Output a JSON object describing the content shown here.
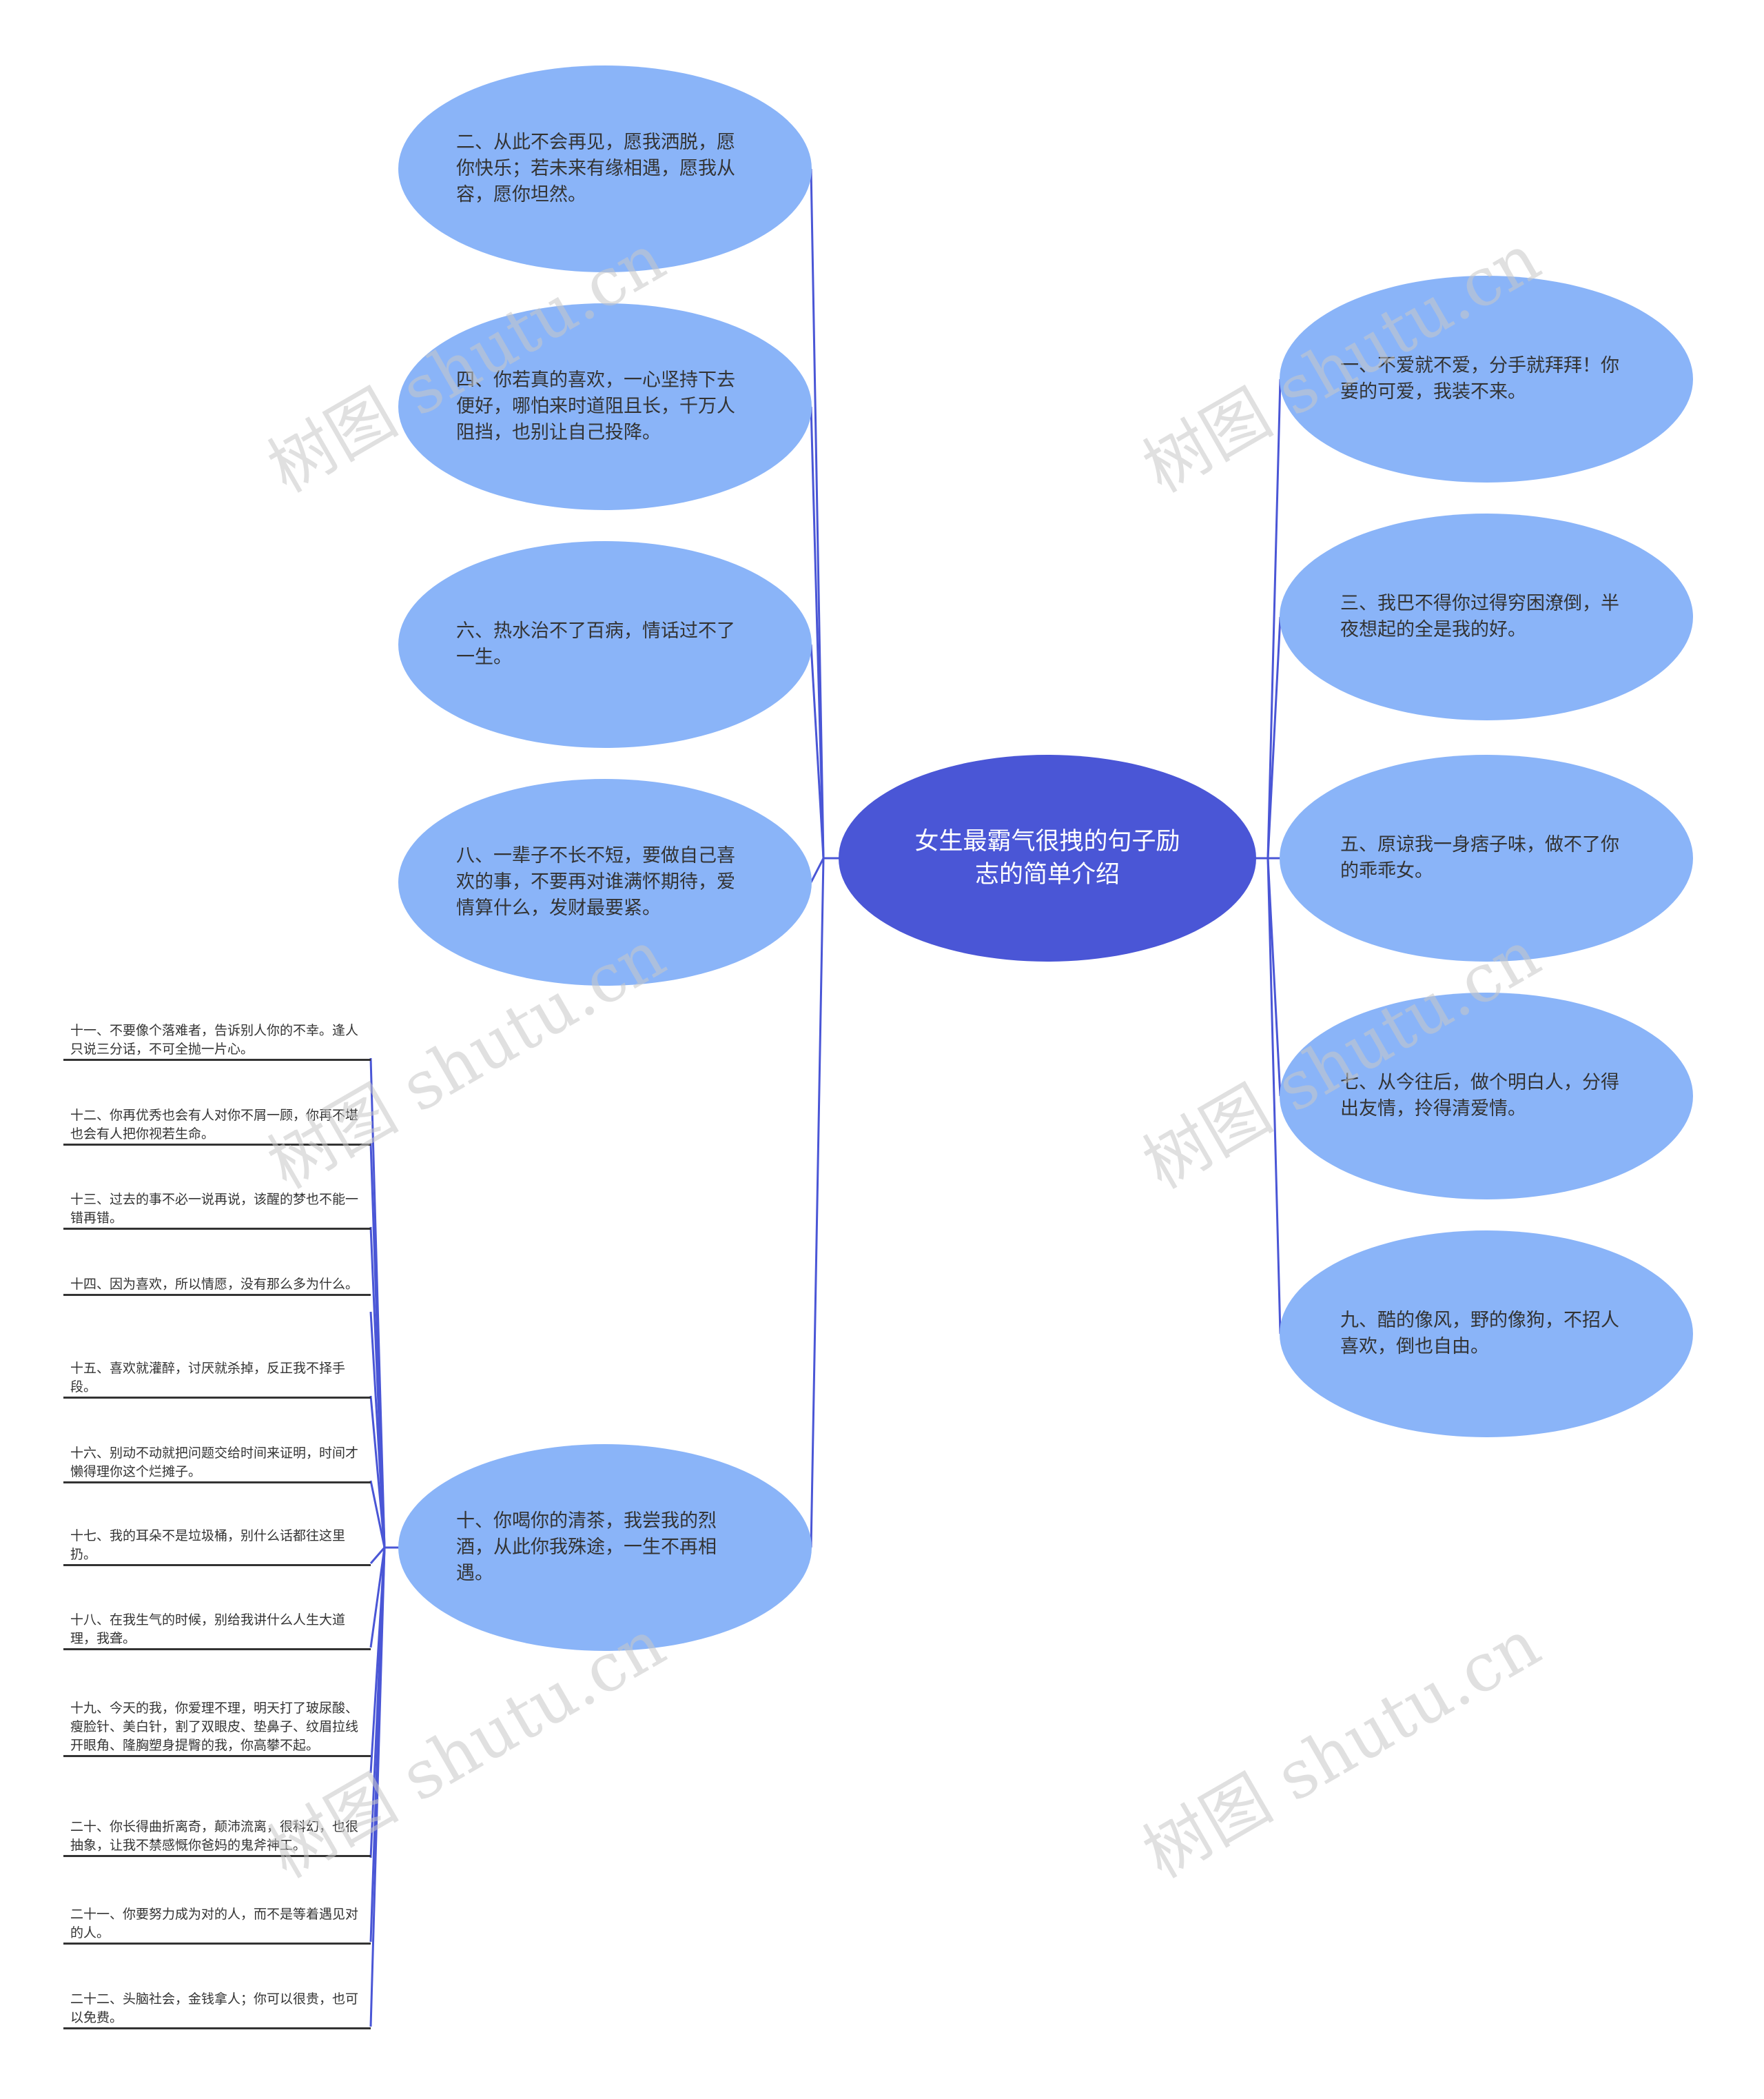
{
  "center": {
    "label": "女生最霸气很拽的句子励志的简单介绍"
  },
  "left_branches": [
    {
      "label": "二、从此不会再见，愿我洒脱，愿你快乐；若未来有缘相遇，愿我从容，愿你坦然。"
    },
    {
      "label": "四、你若真的喜欢，一心坚持下去便好，哪怕来时道阻且长，千万人阻挡，也别让自己投降。"
    },
    {
      "label": "六、热水治不了百病，情话过不了一生。"
    },
    {
      "label": "八、一辈子不长不短，要做自己喜欢的事，不要再对谁满怀期待，爱情算什么，发财最要紧。"
    },
    {
      "label": "十、你喝你的清茶，我尝我的烈酒，从此你我殊途，一生不再相遇。"
    }
  ],
  "right_branches": [
    {
      "label": "一、不爱就不爱，分手就拜拜！你要的可爱，我装不来。"
    },
    {
      "label": "三、我巴不得你过得穷困潦倒，半夜想起的全是我的好。"
    },
    {
      "label": "五、原谅我一身痞子味，做不了你的乖乖女。"
    },
    {
      "label": "七、从今往后，做个明白人，分得出友情，拎得清爱情。"
    },
    {
      "label": "九、酷的像风，野的像狗，不招人喜欢，倒也自由。"
    }
  ],
  "sub_items": [
    {
      "label": "十一、不要像个落难者，告诉别人你的不幸。逢人只说三分话，不可全抛一片心。"
    },
    {
      "label": "十二、你再优秀也会有人对你不屑一顾，你再不堪也会有人把你视若生命。"
    },
    {
      "label": "十三、过去的事不必一说再说，该醒的梦也不能一错再错。"
    },
    {
      "label": "十四、因为喜欢，所以情愿，没有那么多为什么。"
    },
    {
      "label": "十五、喜欢就灌醉，讨厌就杀掉，反正我不择手段。"
    },
    {
      "label": "十六、别动不动就把问题交给时间来证明，时间才懒得理你这个烂摊子。"
    },
    {
      "label": "十七、我的耳朵不是垃圾桶，别什么话都往这里扔。"
    },
    {
      "label": "十八、在我生气的时候，别给我讲什么人生大道理，我聋。"
    },
    {
      "label": "十九、今天的我，你爱理不理，明天打了玻尿酸、瘦脸针、美白针，割了双眼皮、垫鼻子、纹眉拉线开眼角、隆胸塑身提臀的我，你高攀不起。"
    },
    {
      "label": "二十、你长得曲折离奇，颠沛流离，很科幻，也很抽象，让我不禁感慨你爸妈的鬼斧神工。"
    },
    {
      "label": "二十一、你要努力成为对的人，而不是等着遇见对的人。"
    },
    {
      "label": "二十二、头脑社会，金钱拿人；你可以很贵，也可以免费。"
    }
  ],
  "watermark": {
    "text": "树图 shutu.cn"
  },
  "colors": {
    "center_fill": "#4a56d6",
    "node_fill": "#8ab4f8",
    "connector": "#4a56d6",
    "leaf_line": "#333333"
  }
}
